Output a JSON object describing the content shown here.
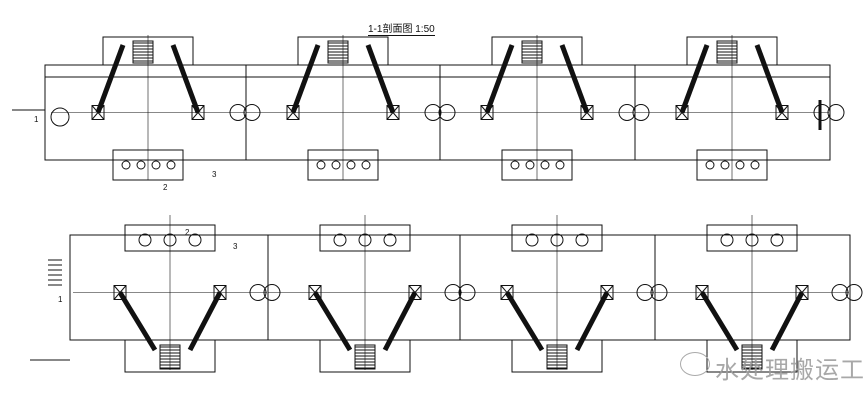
{
  "drawing": {
    "title": "1-1剖面图 1:50",
    "section_markers": [
      "1",
      "2",
      "3"
    ],
    "units_per_row": 4,
    "rows": 2,
    "line_color": "#111111"
  },
  "watermark": {
    "text": "水处理搬运工",
    "icon": "wechat-icon"
  }
}
